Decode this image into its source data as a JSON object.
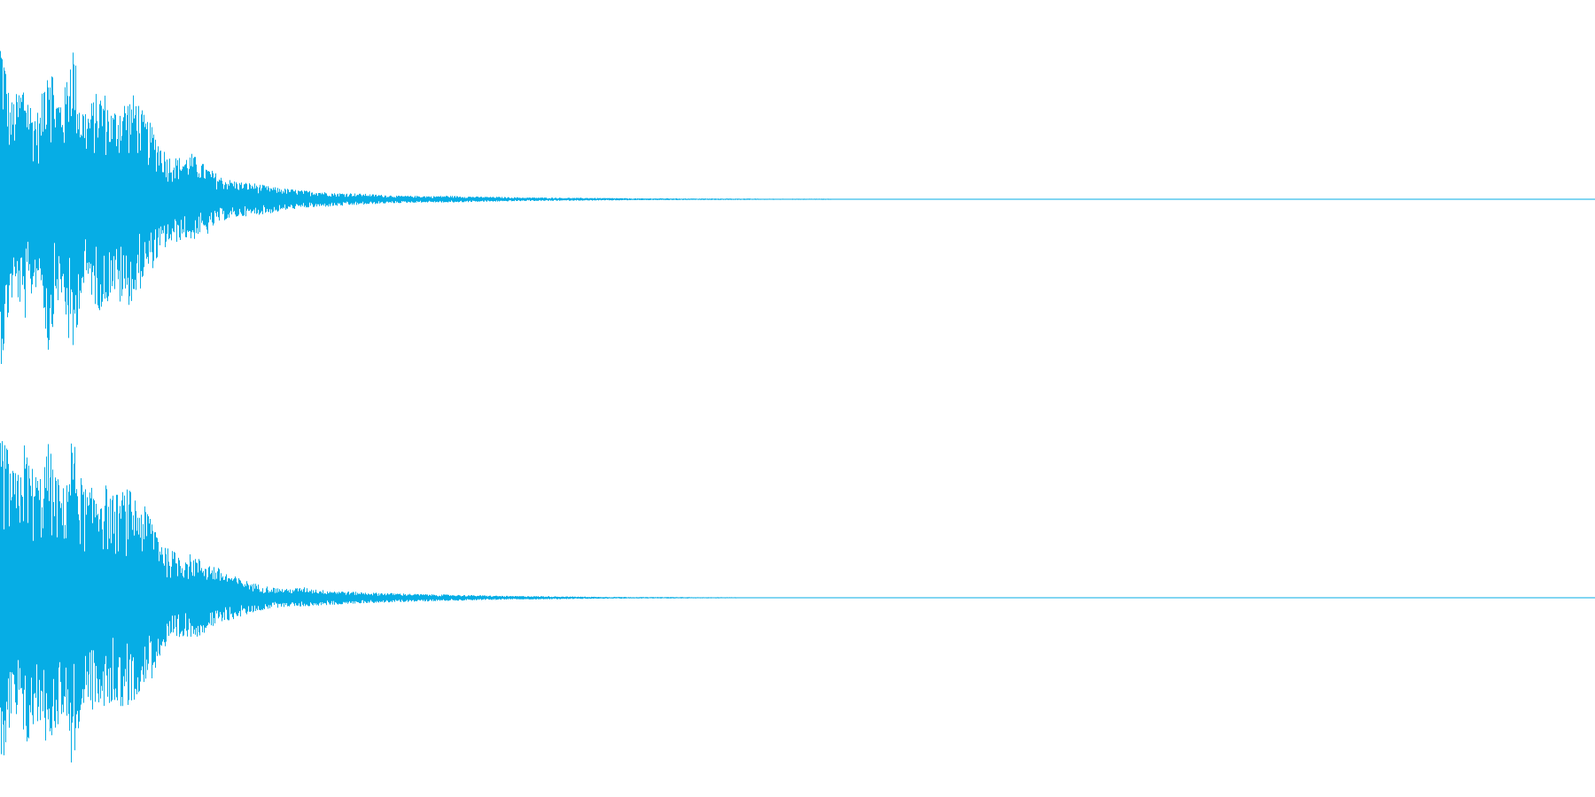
{
  "chart_data": {
    "type": "area",
    "colors": {
      "waveform": "#06ADE5",
      "background": "#FFFFFF"
    },
    "xlim": [
      0,
      1
    ],
    "ylim": [
      -1,
      1
    ],
    "grid": false,
    "legend": "none",
    "series": [
      {
        "x": [
          0.0,
          0.003,
          0.006,
          0.01,
          0.015,
          0.02,
          0.025,
          0.03,
          0.035,
          0.04,
          0.045,
          0.05,
          0.055,
          0.06,
          0.065,
          0.07,
          0.075,
          0.08,
          0.085,
          0.09,
          0.095,
          0.1,
          0.105,
          0.11,
          0.115,
          0.12,
          0.125,
          0.13,
          0.135,
          0.14,
          0.15,
          0.16,
          0.17,
          0.18,
          0.19,
          0.2,
          0.21,
          0.22,
          0.23,
          0.24,
          0.25,
          0.26,
          0.27,
          0.28,
          0.29,
          0.3,
          0.31,
          0.32,
          0.33,
          0.34,
          0.35,
          0.36,
          0.37,
          0.38,
          0.39,
          0.4,
          0.42,
          0.44,
          0.46,
          0.48,
          0.5,
          0.52,
          0.54,
          0.56,
          0.58,
          0.6,
          0.62,
          0.64,
          0.66,
          0.668,
          0.68,
          1.0
        ],
        "max": [
          0.98,
          0.8,
          0.55,
          0.6,
          0.7,
          0.52,
          0.5,
          0.94,
          0.6,
          0.6,
          0.96,
          0.55,
          0.52,
          0.6,
          0.62,
          0.5,
          0.56,
          0.58,
          0.6,
          0.48,
          0.42,
          0.33,
          0.25,
          0.24,
          0.24,
          0.26,
          0.22,
          0.18,
          0.15,
          0.12,
          0.1,
          0.09,
          0.07,
          0.06,
          0.05,
          0.045,
          0.035,
          0.035,
          0.03,
          0.025,
          0.02,
          0.02,
          0.018,
          0.02,
          0.017,
          0.015,
          0.014,
          0.012,
          0.01,
          0.01,
          0.009,
          0.008,
          0.008,
          0.007,
          0.006,
          0.005,
          0.005,
          0.004,
          0.004,
          0.003,
          0.003,
          0.003,
          0.002,
          0.002,
          0.002,
          0.002,
          0.001,
          0.001,
          0.001,
          0.0008,
          0.0,
          0.0
        ],
        "min": [
          -0.95,
          -0.85,
          -0.6,
          -0.55,
          -0.7,
          -0.55,
          -0.45,
          -0.9,
          -0.58,
          -0.62,
          -0.98,
          -0.58,
          -0.5,
          -0.62,
          -0.64,
          -0.52,
          -0.6,
          -0.6,
          -0.58,
          -0.45,
          -0.4,
          -0.32,
          -0.26,
          -0.25,
          -0.22,
          -0.24,
          -0.2,
          -0.2,
          -0.14,
          -0.12,
          -0.1,
          -0.09,
          -0.08,
          -0.06,
          -0.05,
          -0.045,
          -0.04,
          -0.035,
          -0.03,
          -0.025,
          -0.022,
          -0.02,
          -0.018,
          -0.02,
          -0.017,
          -0.015,
          -0.014,
          -0.012,
          -0.01,
          -0.01,
          -0.009,
          -0.008,
          -0.008,
          -0.007,
          -0.006,
          -0.005,
          -0.005,
          -0.004,
          -0.004,
          -0.003,
          -0.003,
          -0.003,
          -0.002,
          -0.002,
          -0.002,
          -0.002,
          -0.001,
          -0.001,
          -0.001,
          -0.0008,
          0.0,
          0.0
        ]
      },
      {
        "x": [
          0.0,
          0.003,
          0.006,
          0.01,
          0.015,
          0.02,
          0.025,
          0.03,
          0.035,
          0.04,
          0.045,
          0.05,
          0.055,
          0.06,
          0.065,
          0.07,
          0.075,
          0.08,
          0.085,
          0.09,
          0.095,
          0.1,
          0.105,
          0.11,
          0.115,
          0.12,
          0.125,
          0.13,
          0.135,
          0.14,
          0.15,
          0.16,
          0.17,
          0.18,
          0.19,
          0.2,
          0.21,
          0.22,
          0.23,
          0.24,
          0.25,
          0.26,
          0.27,
          0.28,
          0.29,
          0.3,
          0.31,
          0.32,
          0.33,
          0.34,
          0.35,
          0.36,
          0.37,
          0.38,
          0.39,
          0.4,
          0.42,
          0.44,
          0.46,
          0.48,
          0.5,
          0.52,
          0.54,
          0.56,
          0.58,
          0.592,
          0.6,
          1.0
        ],
        "max": [
          0.96,
          0.9,
          0.78,
          0.7,
          0.88,
          0.75,
          0.7,
          0.88,
          0.7,
          0.62,
          0.95,
          0.7,
          0.6,
          0.65,
          0.66,
          0.58,
          0.6,
          0.62,
          0.58,
          0.52,
          0.48,
          0.36,
          0.28,
          0.26,
          0.24,
          0.25,
          0.22,
          0.2,
          0.18,
          0.15,
          0.11,
          0.08,
          0.06,
          0.05,
          0.06,
          0.045,
          0.04,
          0.035,
          0.03,
          0.028,
          0.025,
          0.022,
          0.02,
          0.018,
          0.016,
          0.014,
          0.012,
          0.01,
          0.01,
          0.009,
          0.008,
          0.007,
          0.006,
          0.005,
          0.005,
          0.004,
          0.004,
          0.003,
          0.003,
          0.002,
          0.002,
          0.002,
          0.001,
          0.001,
          0.001,
          0.0008,
          0.0,
          0.0
        ],
        "min": [
          -0.92,
          -0.95,
          -0.8,
          -0.72,
          -0.88,
          -0.78,
          -0.72,
          -0.86,
          -0.74,
          -0.66,
          -0.98,
          -0.72,
          -0.62,
          -0.66,
          -0.64,
          -0.6,
          -0.62,
          -0.64,
          -0.56,
          -0.5,
          -0.46,
          -0.34,
          -0.28,
          -0.26,
          -0.24,
          -0.22,
          -0.22,
          -0.18,
          -0.16,
          -0.14,
          -0.11,
          -0.08,
          -0.06,
          -0.05,
          -0.05,
          -0.045,
          -0.04,
          -0.035,
          -0.03,
          -0.028,
          -0.025,
          -0.022,
          -0.02,
          -0.018,
          -0.016,
          -0.014,
          -0.012,
          -0.01,
          -0.01,
          -0.009,
          -0.008,
          -0.007,
          -0.006,
          -0.005,
          -0.005,
          -0.004,
          -0.004,
          -0.003,
          -0.003,
          -0.002,
          -0.002,
          -0.002,
          -0.001,
          -0.001,
          -0.001,
          -0.0008,
          0.0,
          0.0
        ]
      }
    ]
  }
}
